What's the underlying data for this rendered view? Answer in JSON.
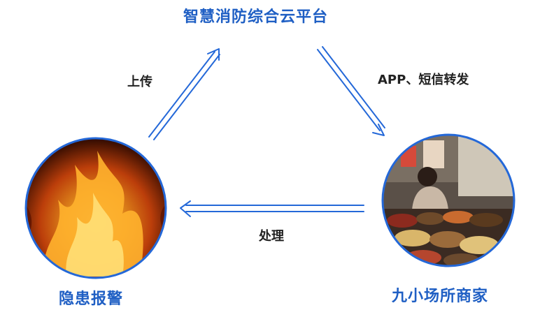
{
  "diagram": {
    "nodes": {
      "top": "智慧消防综合云平台",
      "left": "隐患报警",
      "right": "九小场所商家"
    },
    "edges": {
      "left_to_top": "上传",
      "top_to_right": "APP、短信转发",
      "right_to_left": "处理"
    },
    "images": {
      "left": "fire-flames-photo",
      "right": "market-vendor-photo"
    },
    "colors": {
      "accent": "#1f5fc4",
      "arrow": "#2468d8",
      "text": "#222222"
    }
  }
}
